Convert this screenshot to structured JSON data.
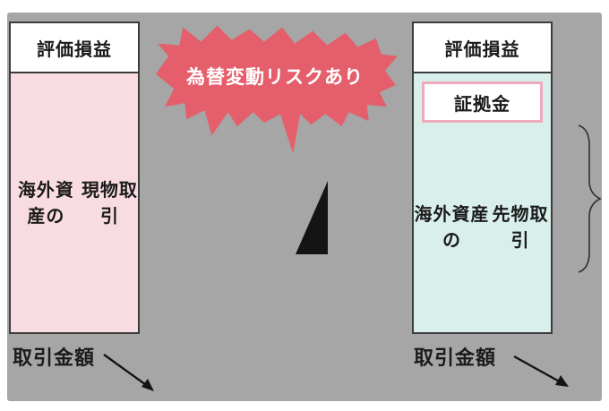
{
  "burst": {
    "label": "為替変動リスクあり"
  },
  "left_column": {
    "header": "評価損益",
    "body_line1": "海外資産の",
    "body_line2": "現物取引",
    "bottom_label": "取引金額"
  },
  "right_column": {
    "header": "評価損益",
    "margin_label": "証拠金",
    "body_line1": "海外資産の",
    "body_line2": "先物取引",
    "bottom_label": "取引金額"
  },
  "colors": {
    "background": "#ffffff",
    "panel_gray": "#a6a6a6",
    "spot_body_pink": "#f9dce1",
    "futures_body_cyan": "#d8efec",
    "margin_box_border": "#f0aabb",
    "burst_red": "#e45f6b",
    "burst_text": "#ffffff",
    "box_border": "#3c3c3c",
    "ink": "#1b1b1b"
  }
}
